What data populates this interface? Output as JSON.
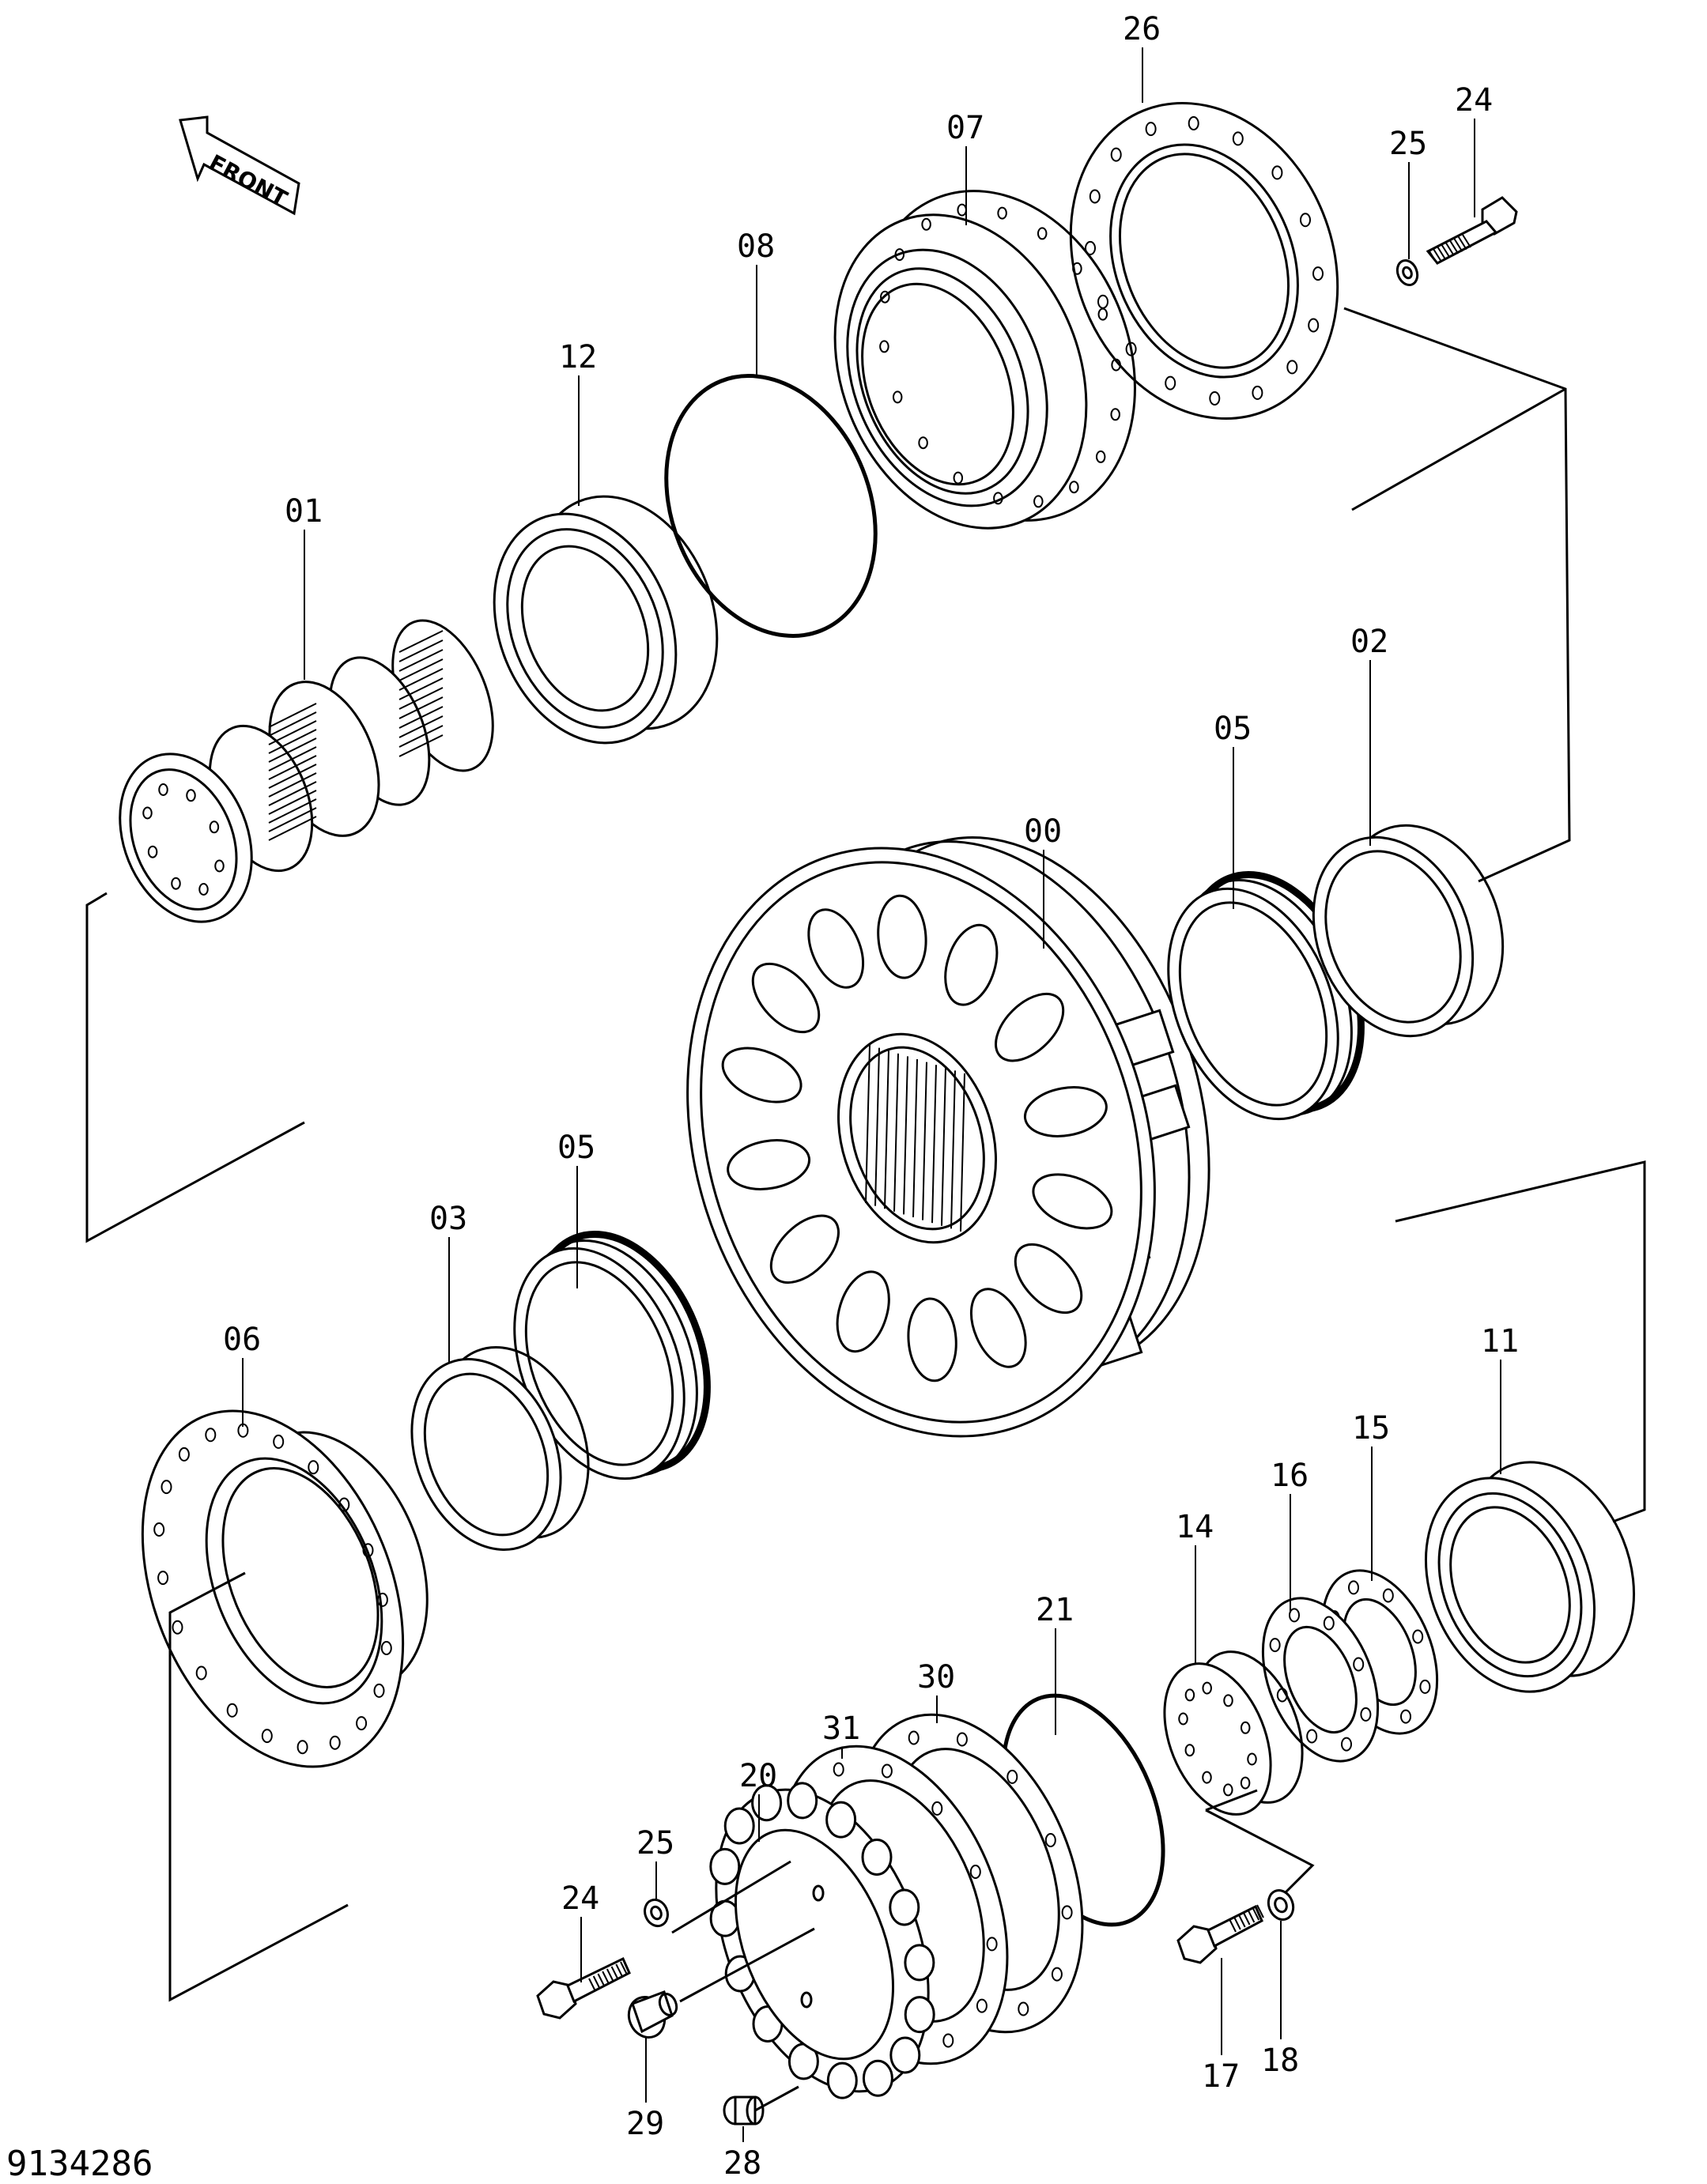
{
  "document_id": "9134286",
  "direction_marker": {
    "label": "FRONT",
    "icon": "front-arrow-icon"
  },
  "callouts": {
    "p00": "00",
    "p01": "01",
    "p02": "02",
    "p03": "03",
    "p05a": "05",
    "p05b": "05",
    "p06": "06",
    "p07": "07",
    "p08": "08",
    "p11": "11",
    "p12": "12",
    "p14": "14",
    "p15": "15",
    "p16": "16",
    "p17": "17",
    "p18": "18",
    "p20": "20",
    "p21": "21",
    "p24a": "24",
    "p24b": "24",
    "p25a": "25",
    "p25b": "25",
    "p26": "26",
    "p28": "28",
    "p29": "29",
    "p30": "30",
    "p31": "31"
  },
  "colors": {
    "ink": "#000000",
    "paper": "#ffffff"
  }
}
